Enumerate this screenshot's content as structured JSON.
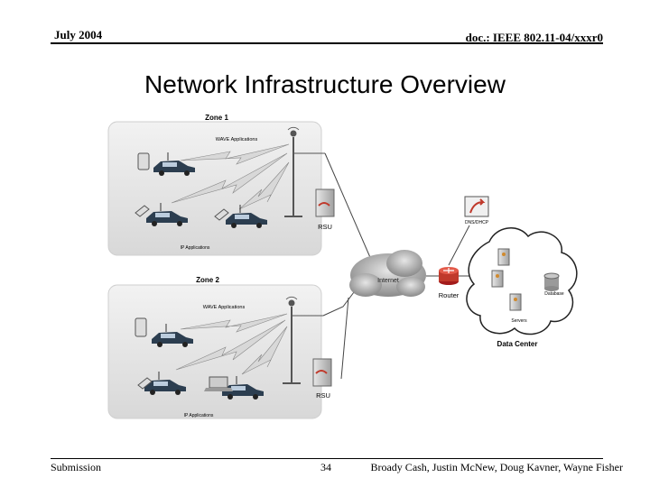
{
  "header": {
    "date": "July 2004",
    "doc_id": "doc.: IEEE 802.11-04/xxxr0"
  },
  "title": "Network Infrastructure Overview",
  "diagram": {
    "zone1": {
      "label": "Zone 1",
      "wave_label": "WAVE Applications",
      "ip_label": "IP Applications",
      "rsu_label": "RSU"
    },
    "zone2": {
      "label": "Zone 2",
      "wave_label": "WAVE Applications",
      "ip_label": "IP Applications",
      "rsu_label": "RSU"
    },
    "internet_label": "Internet",
    "router_label": "Router",
    "dns_label": "DNS/DHCP",
    "database_label": "Database",
    "servers_label": "Servers",
    "datacenter_label": "Data Center"
  },
  "footer": {
    "left": "Submission",
    "page": "34",
    "authors": "Broady Cash, Justin McNew, Doug Kavner, Wayne Fisher"
  }
}
